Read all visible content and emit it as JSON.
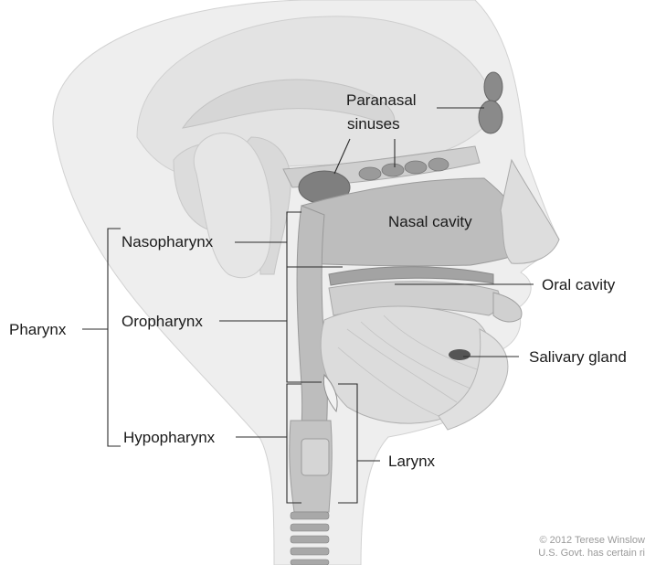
{
  "labels": {
    "paranasal_line1": "Paranasal",
    "paranasal_line2": "sinuses",
    "nasal_cavity": "Nasal cavity",
    "nasopharynx": "Nasopharynx",
    "oral_cavity": "Oral cavity",
    "pharynx": "Pharynx",
    "oropharynx": "Oropharynx",
    "salivary_gland": "Salivary gland",
    "hypopharynx": "Hypopharynx",
    "larynx": "Larynx"
  },
  "credit": {
    "line1": "© 2012 Terese Winslow",
    "line2": "U.S. Govt. has certain ri"
  },
  "colors": {
    "skin": "#e9e9e9",
    "tissue": "#d4d4d4",
    "cavity": "#b9b9b9",
    "dark": "#8a8a8a",
    "line": "#2b2b2b"
  }
}
